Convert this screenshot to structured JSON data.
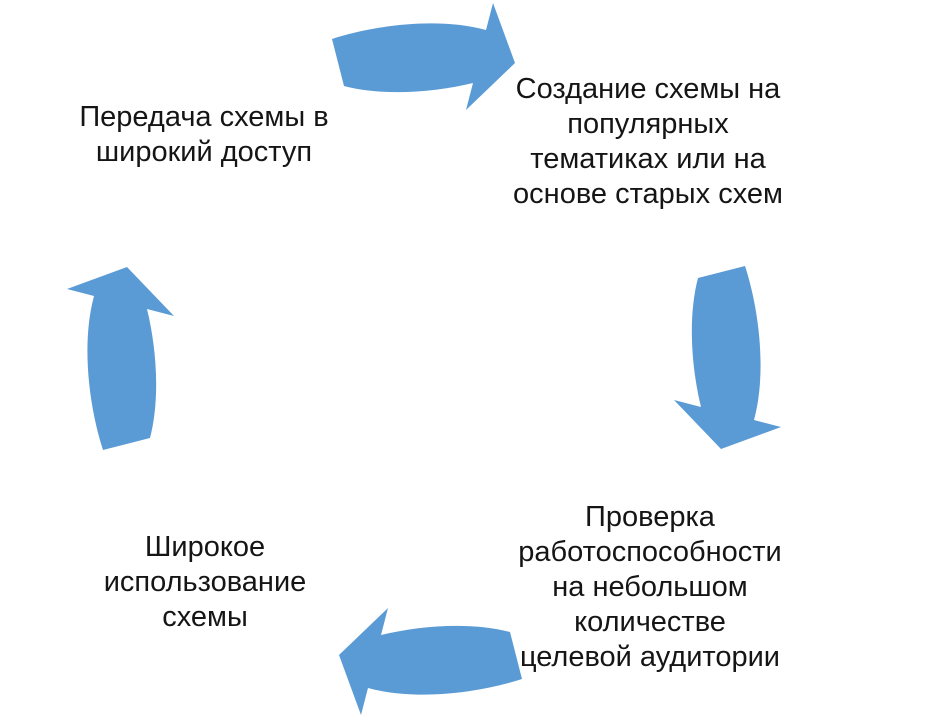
{
  "diagram": {
    "type": "cycle",
    "background": "#FFFFFF",
    "arrow_color": "#5B9BD5",
    "text_color": "#151515",
    "nodes": [
      {
        "id": "publish",
        "position": "top-left",
        "label": "Передача схемы в широкий доступ",
        "lines": [
          "Передача схемы в",
          "широкий доступ"
        ]
      },
      {
        "id": "create",
        "position": "top-right",
        "label": "Создание схемы на популярных тематиках или на основе старых схем",
        "lines": [
          "Создание схемы на",
          "популярных",
          "тематиках или на",
          "основе старых схем"
        ]
      },
      {
        "id": "test",
        "position": "bottom-right",
        "label": "Проверка работоспособности на небольшом количестве целевой аудитории",
        "lines": [
          "Проверка",
          "работоспособности",
          "на небольшом",
          "количестве",
          "целевой аудитории"
        ]
      },
      {
        "id": "use",
        "position": "bottom-left",
        "label": "Широкое использование схемы",
        "lines": [
          "Широкое",
          "использование",
          "схемы"
        ]
      }
    ],
    "arrows": [
      {
        "id": "top",
        "direction": "right",
        "from": "publish",
        "to": "create"
      },
      {
        "id": "right",
        "direction": "down",
        "from": "create",
        "to": "test"
      },
      {
        "id": "bottom",
        "direction": "left",
        "from": "test",
        "to": "use"
      },
      {
        "id": "left",
        "direction": "up",
        "from": "use",
        "to": "publish"
      }
    ]
  }
}
